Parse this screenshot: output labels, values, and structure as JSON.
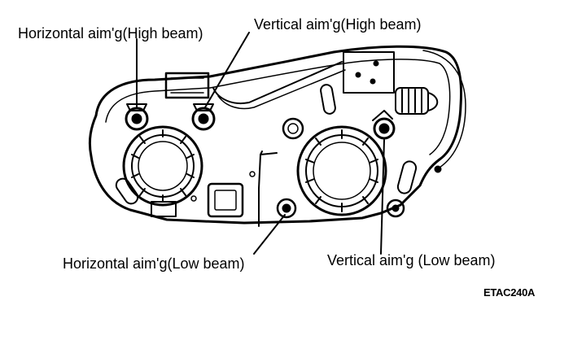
{
  "labels": {
    "horizontal_high": "Horizontal aim'g(High beam)",
    "vertical_high": "Vertical aim'g(High beam)",
    "horizontal_low": "Horizontal aim'g(Low beam)",
    "vertical_low": "Vertical aim'g (Low beam)"
  },
  "figure_code": "ETAC240A"
}
